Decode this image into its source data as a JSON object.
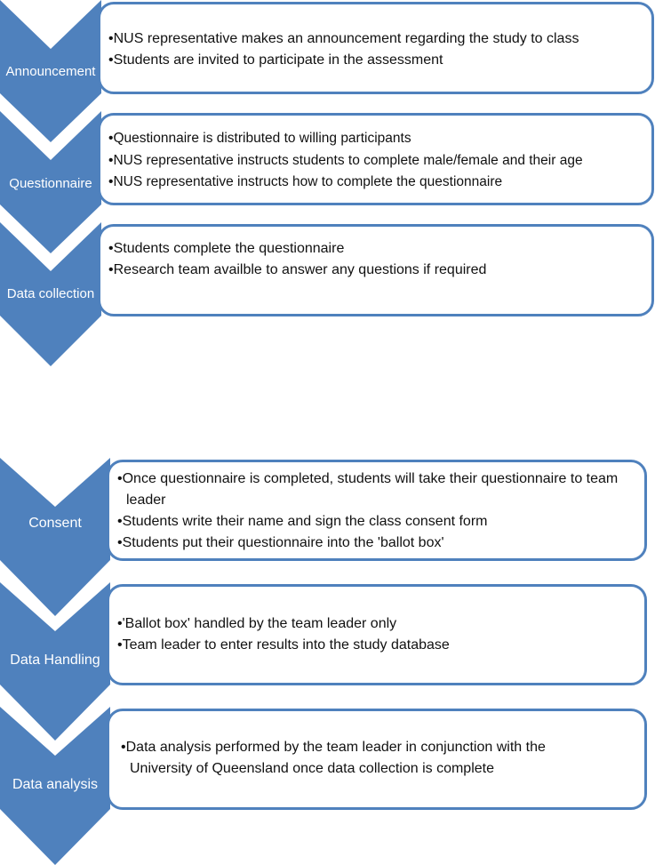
{
  "accent_color": "#4f81bd",
  "flow_top": [
    {
      "stage": "Announcement",
      "items": [
        "NUS representative makes an announcement regarding the study to class",
        "Students are invited to participate in the assessment"
      ]
    },
    {
      "stage": "Questionnaire",
      "items": [
        "Questionnaire is distributed to willing participants",
        "NUS representative instructs students to complete male/female and their age",
        "NUS representative instructs how to complete the questionnaire"
      ]
    },
    {
      "stage": "Data collection",
      "items": [
        "Students complete the questionnaire",
        "Research team availble to answer any questions if required"
      ]
    }
  ],
  "flow_bottom": [
    {
      "stage": "Consent",
      "items": [
        "Once questionnaire is completed, students will take their questionnaire  to team leader",
        "Students write their name and sign the class consent form",
        "Students put their questionnaire into the 'ballot box'"
      ]
    },
    {
      "stage": "Data Handling",
      "items": [
        "'Ballot box' handled by the team leader only",
        "Team leader to enter results into the study database"
      ]
    },
    {
      "stage": "Data analysis",
      "items": [
        "Data analysis performed by the team leader in conjunction with the University of Queensland once data collection is complete"
      ]
    }
  ]
}
